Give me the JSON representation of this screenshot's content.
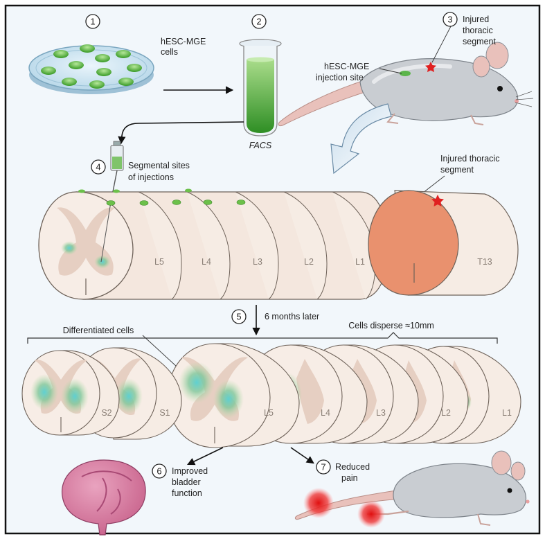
{
  "steps": {
    "s1": {
      "num": "1"
    },
    "s2": {
      "num": "2",
      "caption": "FACS"
    },
    "s3": {
      "num": "3",
      "line1": "Injured",
      "line2": "thoracic",
      "line3": "segment"
    },
    "s4": {
      "num": "4",
      "line1": "Segmental sites",
      "line2": "of injections"
    },
    "s5": {
      "num": "5",
      "text": "6 months later"
    },
    "s6": {
      "num": "6",
      "line1": "Improved",
      "line2": "bladder",
      "line3": "function"
    },
    "s7": {
      "num": "7",
      "line1": "Reduced",
      "line2": "pain"
    }
  },
  "labels": {
    "cells_line1": "hESC-MGE",
    "cells_line2": "cells",
    "injection_line1": "hESC-MGE",
    "injection_line2": "injection site",
    "injured_line1": "Injured thoracic",
    "injured_line2": "segment",
    "differentiated": "Differentiated cells",
    "disperse": "Cells disperse ≈10mm"
  },
  "segments_top": [
    "L5",
    "L4",
    "L3",
    "L2",
    "L1",
    "T13"
  ],
  "segments_bottom": [
    "S2",
    "S1",
    "L5",
    "L4",
    "L3",
    "L2",
    "L1"
  ],
  "colors": {
    "cell_green": "#6cc04a",
    "tissue": "#f6ece4",
    "injured": "#e9916e",
    "glow": "#5cc8c8",
    "bladder": "#d97fa3",
    "pain_red": "#e02020"
  }
}
